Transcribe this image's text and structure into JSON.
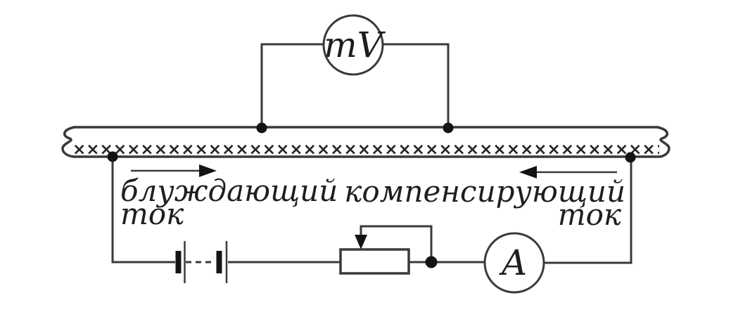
{
  "meters": {
    "millivoltmeter_label": "mV",
    "ammeter_label": "A"
  },
  "labels": {
    "stray_current": [
      "блуждающий",
      "ток"
    ],
    "compensating_current": [
      "компенсирующий",
      "ток"
    ]
  },
  "pipe": {
    "hatch_pattern": "××××××××××××××××××××××××××××××××××××××××××××××××××"
  },
  "colors": {
    "background": "#ffffff",
    "line": "#3a3a3a",
    "solid": "#141414",
    "text": "#1e1e1e"
  }
}
